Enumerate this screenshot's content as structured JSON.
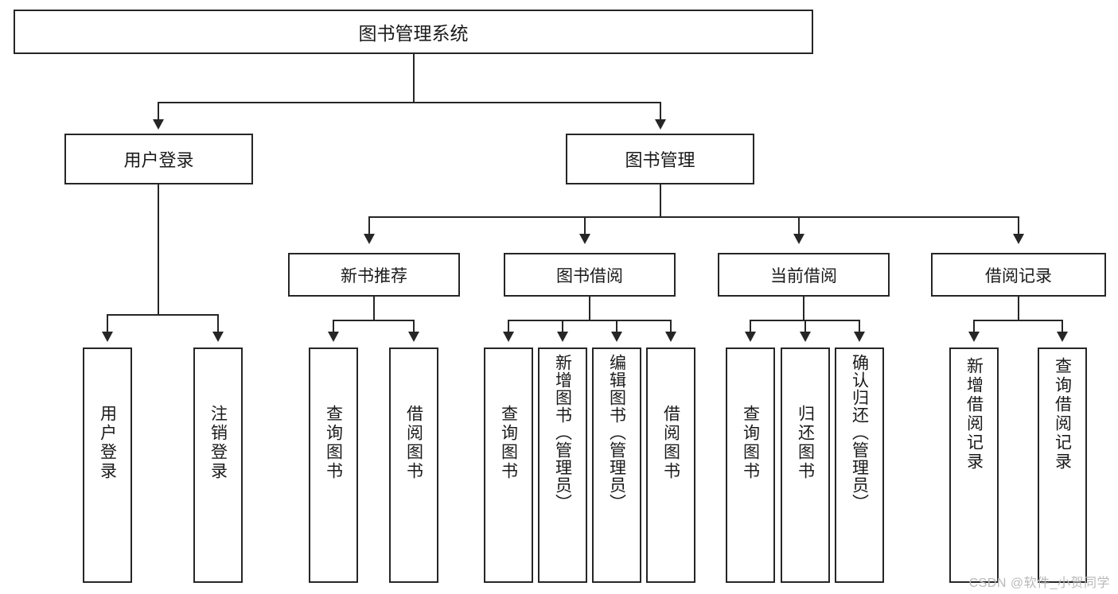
{
  "diagram": {
    "type": "hierarchy-tree",
    "root": {
      "label": "图书管理系统"
    },
    "level2": [
      {
        "label": "用户登录"
      },
      {
        "label": "图书管理"
      }
    ],
    "level3": [
      {
        "label": "新书推荐"
      },
      {
        "label": "图书借阅"
      },
      {
        "label": "当前借阅"
      },
      {
        "label": "借阅记录"
      }
    ],
    "leaves": {
      "user_login": [
        {
          "label": "用户登录"
        },
        {
          "label": "注销登录"
        }
      ],
      "new_book_recommend": [
        {
          "label": "查询图书"
        },
        {
          "label": "借阅图书"
        }
      ],
      "book_borrow": [
        {
          "label": "查询图书"
        },
        {
          "label": "新增图书（管理员）"
        },
        {
          "label": "编辑图书（管理员）"
        },
        {
          "label": "借阅图书"
        }
      ],
      "current_borrow": [
        {
          "label": "查询图书"
        },
        {
          "label": "归还图书"
        },
        {
          "label": "确认归还（管理员）"
        }
      ],
      "borrow_record": [
        {
          "label": "新增借阅记录"
        },
        {
          "label": "查询借阅记录"
        }
      ]
    }
  },
  "watermark": {
    "text": "CSDN @软件_小贺同学"
  },
  "colors": {
    "stroke": "#262626",
    "fill": "#ffffff",
    "text": "#1a1a1a",
    "watermark": "#b9b9b9"
  }
}
